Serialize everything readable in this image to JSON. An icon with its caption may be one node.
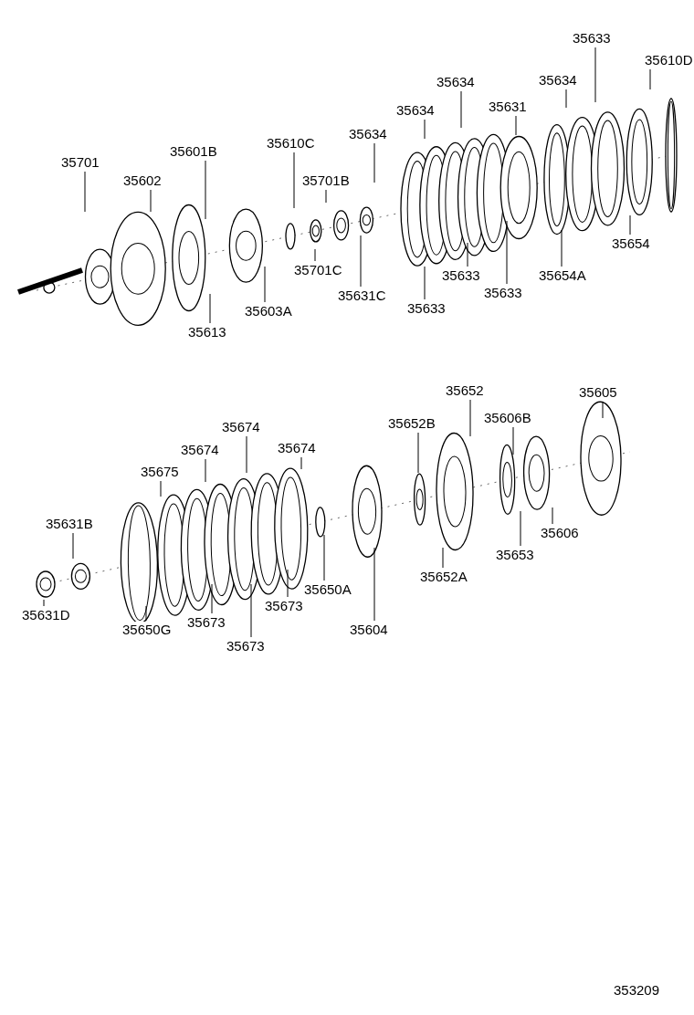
{
  "diagram": {
    "nodes": [
      {
        "text": [
          "35701"
        ]
      },
      {
        "text": [
          "35602"
        ]
      },
      {
        "text": [
          "35601B"
        ]
      },
      {
        "text": [
          "35610C"
        ]
      },
      {
        "text": [
          "35701B"
        ]
      },
      {
        "text": [
          "35634"
        ]
      },
      {
        "text": [
          "35634"
        ]
      },
      {
        "text": [
          "35634"
        ]
      },
      {
        "text": [
          "35631"
        ]
      },
      {
        "text": [
          "35634"
        ]
      },
      {
        "text": [
          "35633"
        ]
      },
      {
        "text": [
          "35610D"
        ]
      },
      {
        "text": [
          "35654"
        ]
      },
      {
        "text": [
          "35654A"
        ]
      },
      {
        "text": [
          "35633"
        ]
      },
      {
        "text": [
          "35633"
        ]
      },
      {
        "text": [
          "35633"
        ]
      },
      {
        "text": [
          "35631C"
        ]
      },
      {
        "text": [
          "35701C"
        ]
      },
      {
        "text": [
          "35603A"
        ]
      },
      {
        "text": [
          "35613"
        ]
      },
      {
        "text": [
          "35605"
        ]
      },
      {
        "text": [
          "35652"
        ]
      },
      {
        "text": [
          "35606B"
        ]
      },
      {
        "text": [
          "35652B"
        ]
      },
      {
        "text": [
          "35674"
        ]
      },
      {
        "text": [
          "35674"
        ]
      },
      {
        "text": [
          "35674"
        ]
      },
      {
        "text": [
          "35675"
        ]
      },
      {
        "text": [
          "35631B"
        ]
      },
      {
        "text": [
          "35631D"
        ]
      },
      {
        "text": [
          "35650G"
        ]
      },
      {
        "text": [
          "35673"
        ]
      },
      {
        "text": [
          "35673"
        ]
      },
      {
        "text": [
          "35673"
        ]
      },
      {
        "text": [
          "35650A"
        ]
      },
      {
        "text": [
          "35604"
        ]
      },
      {
        "text": [
          "35652A"
        ]
      },
      {
        "text": [
          "35653"
        ]
      },
      {
        "text": [
          "35606"
        ]
      }
    ],
    "edges": [
      {
        "from": 0,
        "to": null,
        "arrow": "none"
      },
      {
        "from": 1,
        "to": null,
        "arrow": "none"
      },
      {
        "from": 2,
        "to": null,
        "arrow": "none"
      },
      {
        "from": 3,
        "to": null,
        "arrow": "none"
      },
      {
        "from": 4,
        "to": null,
        "arrow": "none"
      },
      {
        "from": 5,
        "to": null,
        "arrow": "none"
      },
      {
        "from": 6,
        "to": null,
        "arrow": "none"
      },
      {
        "from": 7,
        "to": null,
        "arrow": "none"
      },
      {
        "from": 8,
        "to": null,
        "arrow": "none"
      },
      {
        "from": 9,
        "to": null,
        "arrow": "none"
      },
      {
        "from": 10,
        "to": null,
        "arrow": "none"
      },
      {
        "from": 11,
        "to": null,
        "arrow": "none"
      },
      {
        "from": 12,
        "to": null,
        "arrow": "none"
      },
      {
        "from": 13,
        "to": null,
        "arrow": "none"
      },
      {
        "from": 14,
        "to": null,
        "arrow": "none"
      },
      {
        "from": 15,
        "to": null,
        "arrow": "none"
      },
      {
        "from": 16,
        "to": null,
        "arrow": "none"
      },
      {
        "from": 17,
        "to": null,
        "arrow": "none"
      },
      {
        "from": 18,
        "to": null,
        "arrow": "none"
      },
      {
        "from": 19,
        "to": null,
        "arrow": "none"
      },
      {
        "from": 20,
        "to": null,
        "arrow": "none"
      },
      {
        "from": 21,
        "to": null,
        "arrow": "none"
      },
      {
        "from": 22,
        "to": null,
        "arrow": "none"
      },
      {
        "from": 23,
        "to": null,
        "arrow": "none"
      },
      {
        "from": 24,
        "to": null,
        "arrow": "none"
      },
      {
        "from": 25,
        "to": null,
        "arrow": "none"
      },
      {
        "from": 26,
        "to": null,
        "arrow": "none"
      },
      {
        "from": 27,
        "to": null,
        "arrow": "none"
      },
      {
        "from": 28,
        "to": null,
        "arrow": "none"
      },
      {
        "from": 29,
        "to": null,
        "arrow": "none"
      },
      {
        "from": 30,
        "to": null,
        "arrow": "none"
      },
      {
        "from": 31,
        "to": null,
        "arrow": "none"
      },
      {
        "from": 32,
        "to": null,
        "arrow": "none"
      },
      {
        "from": 33,
        "to": null,
        "arrow": "none"
      },
      {
        "from": 34,
        "to": null,
        "arrow": "none"
      },
      {
        "from": 35,
        "to": null,
        "arrow": "none"
      },
      {
        "from": 36,
        "to": null,
        "arrow": "none"
      },
      {
        "from": 37,
        "to": null,
        "arrow": "none"
      },
      {
        "from": 38,
        "to": null,
        "arrow": "none"
      },
      {
        "from": 39,
        "to": null,
        "arrow": "none"
      }
    ],
    "labels": [
      "353209"
    ]
  }
}
